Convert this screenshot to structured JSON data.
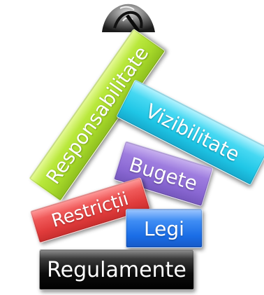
{
  "blocks": {
    "regulamente": {
      "label": "Regulamente",
      "color": "#0c0c0c"
    },
    "legi": {
      "label": "Legi",
      "color": "#1a6de6"
    },
    "restrictii": {
      "label": "Restricții",
      "color": "#e03b3b"
    },
    "bugete": {
      "label": "Bugete",
      "color": "#8a68d3"
    },
    "vizibilitate": {
      "label": "Vizibilitate",
      "color": "#1fc6e6"
    },
    "responsabilitate": {
      "label": "Responsabilitate",
      "color": "#a6d82a"
    }
  },
  "figure": {
    "icon": "hand-sketch-icon"
  }
}
